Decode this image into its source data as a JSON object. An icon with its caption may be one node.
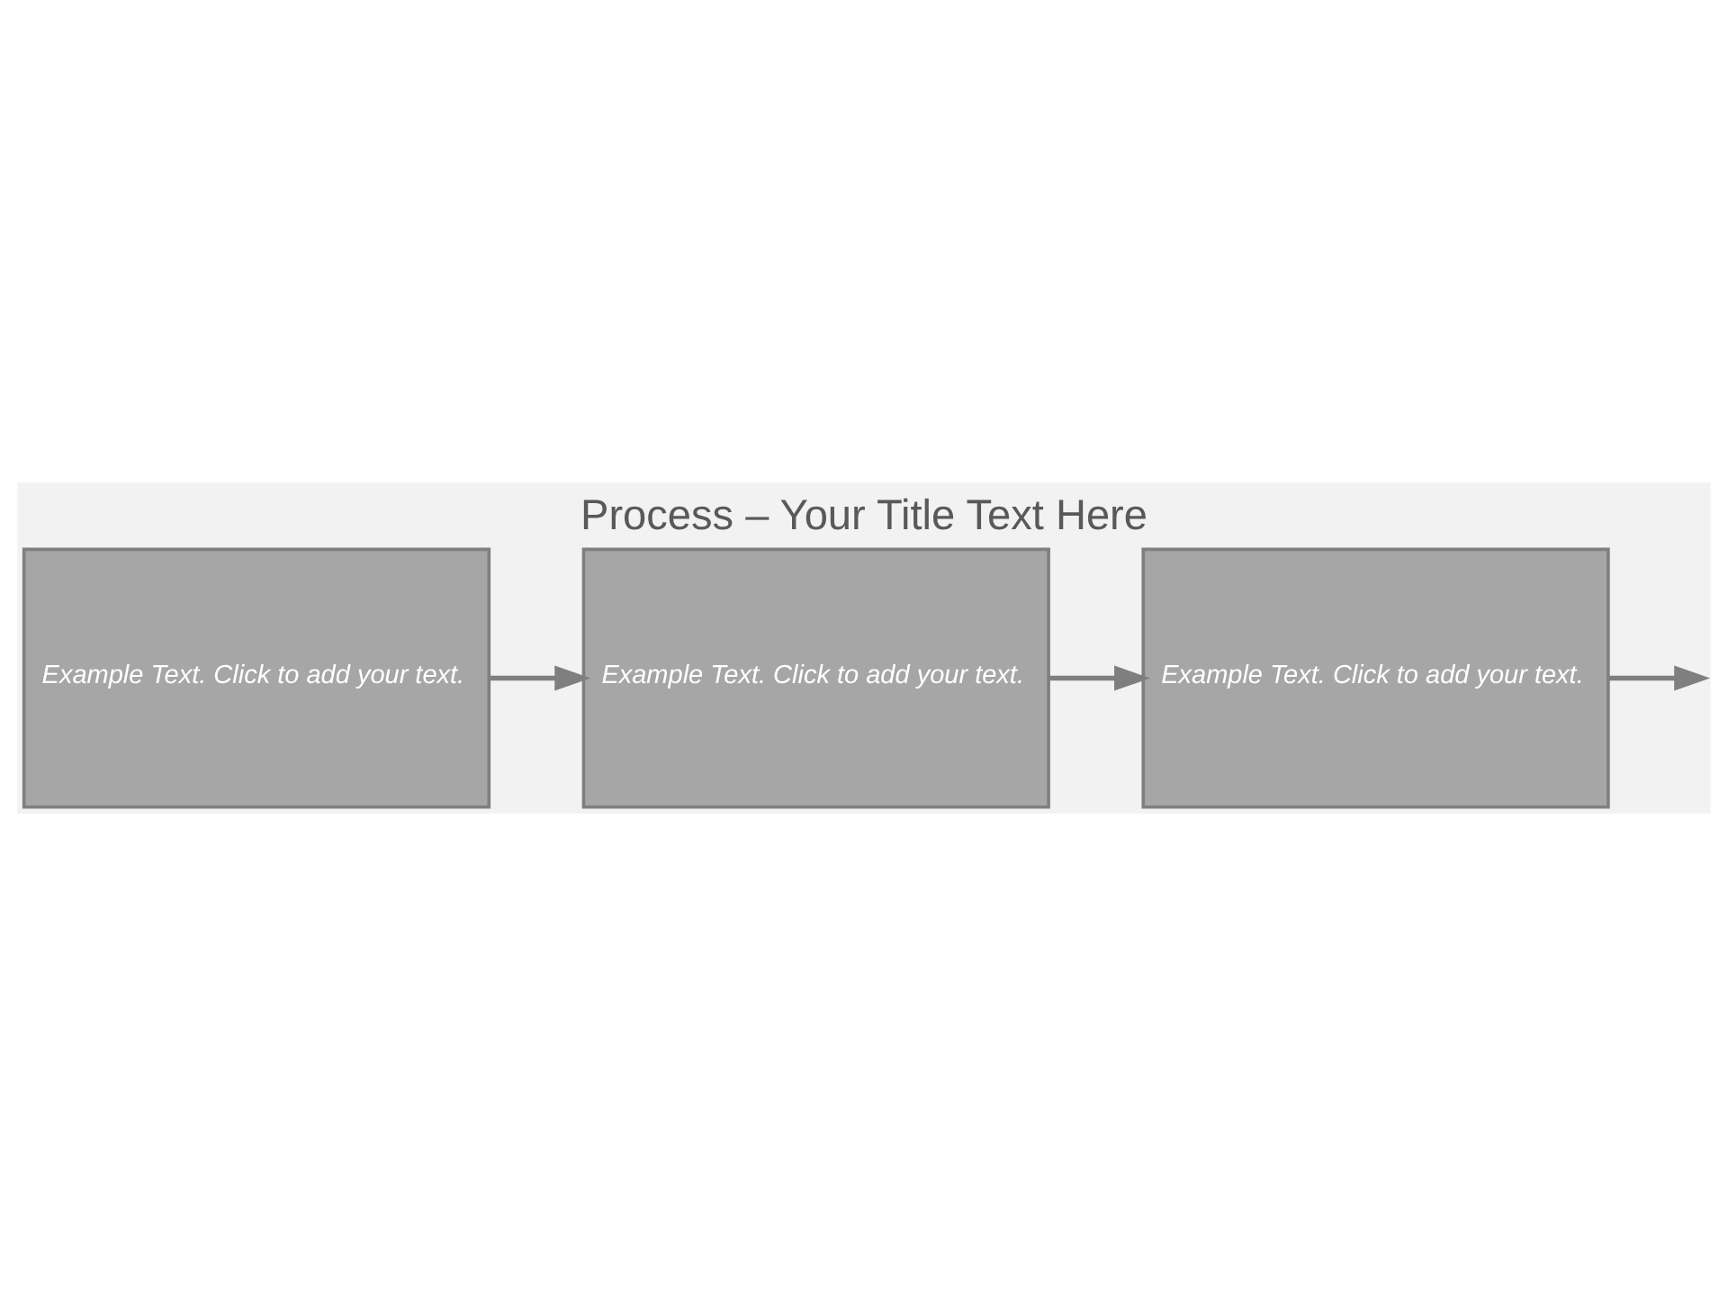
{
  "diagram": {
    "title": "Process – Your Title Text Here",
    "nodes": [
      {
        "text": [
          "Example Text. Click to add your text."
        ]
      },
      {
        "text": [
          "Example Text. Click to add your text."
        ]
      },
      {
        "text": [
          "Example Text. Click to add your text."
        ]
      }
    ],
    "edges": [
      {
        "from": 0,
        "to": 1,
        "arrow": "to"
      },
      {
        "from": 1,
        "to": 2,
        "arrow": "to"
      },
      {
        "from": 2,
        "to": null,
        "arrow": "to"
      }
    ]
  }
}
